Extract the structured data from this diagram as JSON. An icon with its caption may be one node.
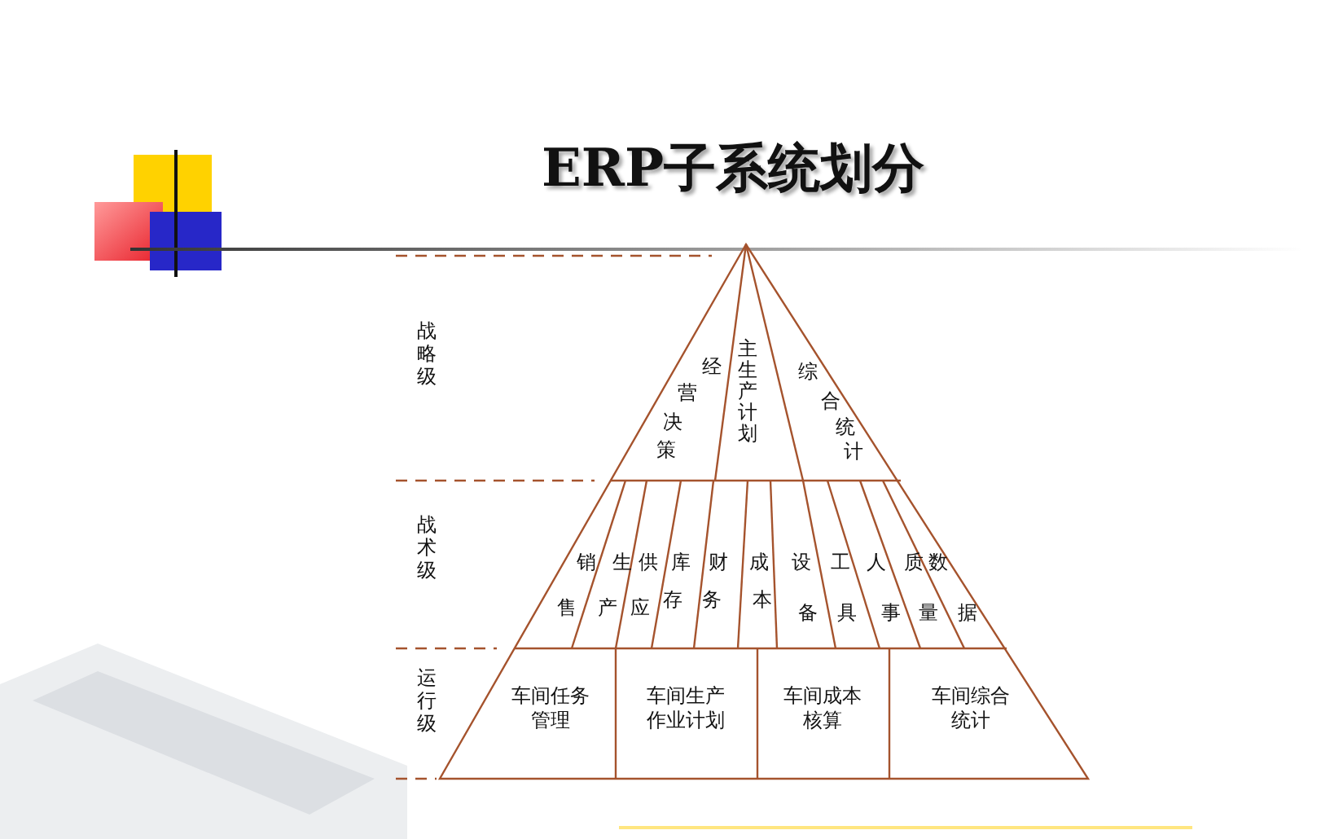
{
  "diagram": {
    "title": "ERP子系统划分",
    "nodes": [
      {
        "text": [
          "经营决策"
        ]
      },
      {
        "text": [
          "主生产计划"
        ]
      },
      {
        "text": [
          "综合统计"
        ]
      },
      {
        "text": [
          "销售"
        ]
      },
      {
        "text": [
          "生产"
        ]
      },
      {
        "text": [
          "供应"
        ]
      },
      {
        "text": [
          "库存"
        ]
      },
      {
        "text": [
          "财务"
        ]
      },
      {
        "text": [
          "成本"
        ]
      },
      {
        "text": [
          "设备"
        ]
      },
      {
        "text": [
          "工具"
        ]
      },
      {
        "text": [
          "人事"
        ]
      },
      {
        "text": [
          "质量"
        ]
      },
      {
        "text": [
          "数据"
        ]
      },
      {
        "text": [
          "车间任务管理"
        ]
      },
      {
        "text": [
          "车间生产作业计划"
        ]
      },
      {
        "text": [
          "车间成本核算"
        ]
      },
      {
        "text": [
          "车间综合统计"
        ]
      }
    ],
    "labels": [
      "战略级",
      "战术级",
      "运行级"
    ]
  }
}
